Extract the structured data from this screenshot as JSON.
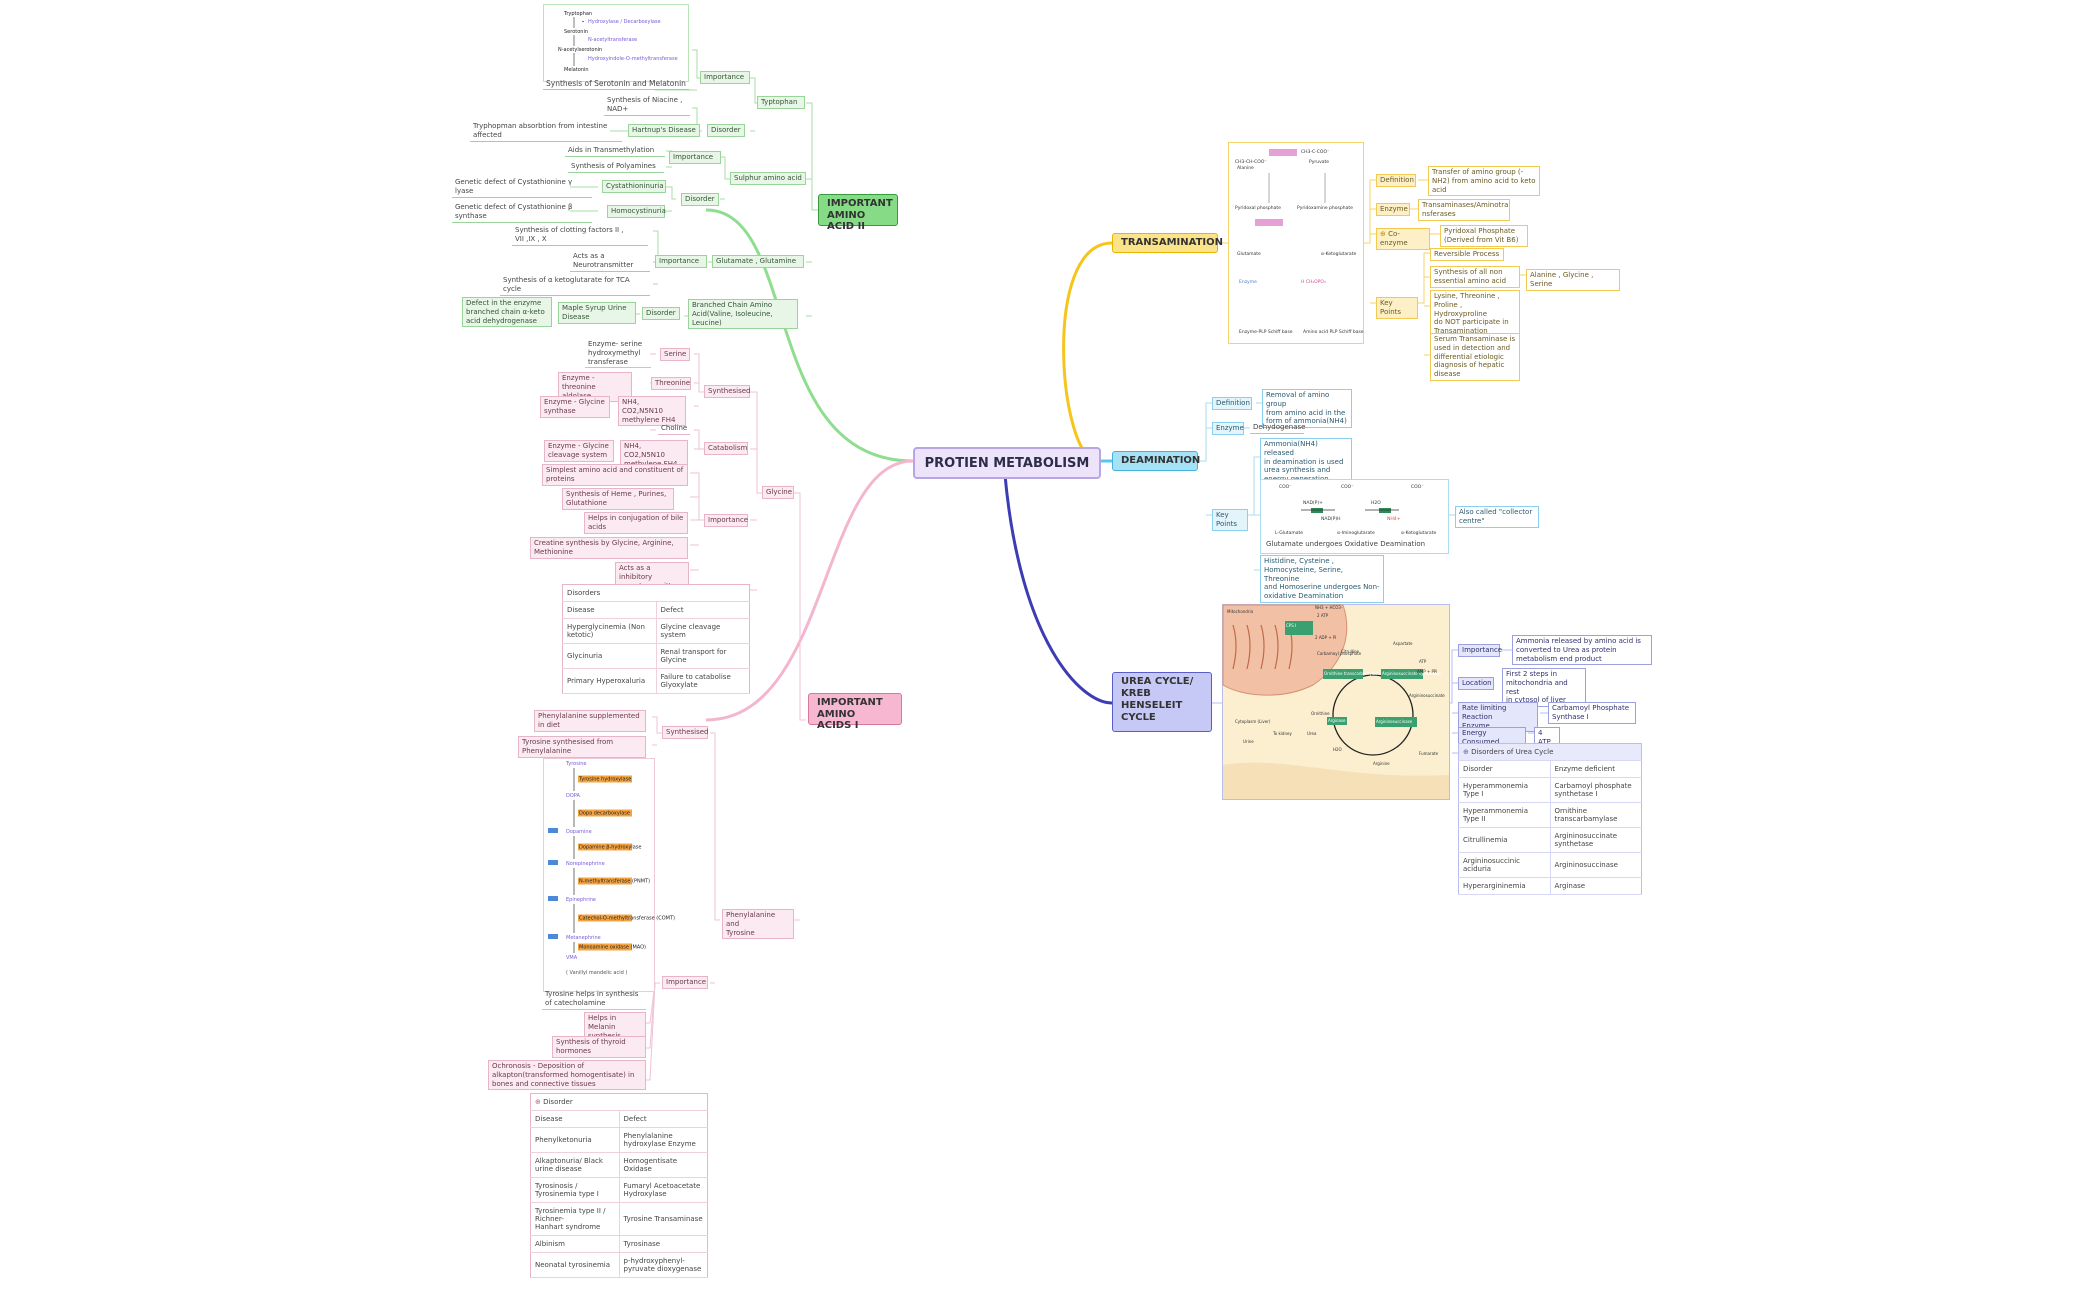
{
  "center": "PROTIEN METABOLISM",
  "branches": {
    "aa2": "IMPORTANT\nAMINO ACID II",
    "aa1": "IMPORTANT\nAMINO ACIDS I",
    "trans": "TRANSAMINATION",
    "deam": "DEAMINATION",
    "urea": "UREA CYCLE/\nKREB\nHENSELEIT\nCYCLE"
  },
  "aa2": {
    "tryptophan": "Typtophan",
    "importance": "Importance",
    "disorder": "Disorder",
    "serotonin": "Synthesis of Serotonin and Melatonin",
    "niacine": "Synthesis of Niacine ,\nNAD+",
    "hartnup": "Hartnup's Disease",
    "tryp_absorb": "Tryphopman absorbtion from intestine\naffected",
    "sulphur": "Sulphur amino acid",
    "importance2": "Importance",
    "aids": "Aids in Transmethylation",
    "polyamines": "Synthesis of Polyamines",
    "disorder2": "Disorder",
    "cystathioninuria": "Cystathioninuria",
    "cyst_gamma": "Genetic defect of Cystathionine γ\nlyase",
    "homocystinuria": "Homocystinuria",
    "cyst_beta": "Genetic defect of Cystathionine β\nsynthase",
    "glutamate": "Glutamate , Glutamine",
    "importance3": "Importance",
    "clotting": "Synthesis of clotting factors II ,\nVII ,IX , X",
    "neuro": "Acts as a\nNeurotransmitter",
    "ketoglutarate": "Synthesis of α ketoglutarate for TCA\ncycle",
    "branched": "Branched Chain Amino\nAcid(Valine, Isoleucine,\nLeucine)",
    "disorder3": "Disorder",
    "msud": "Maple Syrup Urine\nDisease",
    "msud_defect": "Defect in the enzyme\nbranched chain α-keto\nacid dehydrogenase",
    "trp_diagram": [
      "Tryptophan",
      "Serotonin",
      "N-acetylserotonin",
      "Melatonin"
    ]
  },
  "aa1": {
    "glycine": "Glycine",
    "synthesised": "Synthesised",
    "serine": "Serine",
    "enz_serine": "Enzyme- serine\nhydroxymethyl\ntransferase",
    "threonine": "Threonine",
    "enz_threonine": "Enzyme - threonine\naldolase",
    "nh4_a": "NH4, CO2,N5N10\nmethylene FH4",
    "enz_glycine": "Enzyme - Glycine\nsynthase",
    "catabolism": "Catabolism",
    "choline": "Choline",
    "nh4_b": "NH4, CO2,N5N10\nmethylene FH4",
    "enz_cleavage": "Enzyme - Glycine\ncleavage system",
    "importance": "Importance",
    "simplest": "Simplest amino acid and constituent of\nproteins",
    "heme": "Synthesis of Heme , Purines,\nGlutathione",
    "bile": "Helps in conjugation of bile\nacids",
    "creatine": "Creatine synthesis by Glycine, Arginine,\nMethionine",
    "inhibitory": "Acts as a inhibitory\nneurotransmitter",
    "disorders_title": "Disorders",
    "gly_table": [
      [
        "Disease",
        "Defect"
      ],
      [
        "Hyperglycinemia (Non\nketotic)",
        "Glycine cleavage system"
      ],
      [
        "Glycinuria",
        "Renal transport for\nGlycine"
      ],
      [
        "Primary Hyperoxaluria",
        "Failure to catabolise\nGlyoxylate"
      ]
    ],
    "phe_tyr": "Phenylalanine and\nTyrosine",
    "synthesised2": "Synthesised",
    "phe_supp": "Phenylalanine supplemented\nin diet",
    "tyr_synth": "Tyrosine synthesised from\nPhenylalanine",
    "importance2": "Importance",
    "catecholamine": "Tyrosine helps in synthesis\nof catecholamine",
    "melanin": "Helps in Melanin\nsynthesis",
    "thyroid": "Synthesis of thyroid\nhormones",
    "ochronosis": "Ochronosis - Deposition of\nalkapton(transformed homogentisate) in\nbones and connective tissues",
    "cat_diagram": [
      "Tyrosine",
      "DOPA",
      "Dopamine",
      "Norepinephrine",
      "Epinephrine",
      "Metanephrine",
      "VMA",
      "( Vanillyl mandelic acid )"
    ],
    "cat_enzymes": [
      "Tyrosine hydroxylase",
      "Dopa decarboxylase",
      "Dopamine β-hydroxylase",
      "N-methyltransferase (PNMT)",
      "Catechol-O-methyltransferase (COMT)",
      "Monoamine oxidase (MAO)"
    ],
    "disorder_title": "Disorder",
    "phe_table": [
      [
        "Disease",
        "Defect"
      ],
      [
        "Phenylketonuria",
        "Phenylalanine\nhydroxylase Enzyme"
      ],
      [
        "Alkaptonuria/ Black\nurine disease",
        "Homogentisate Oxidase"
      ],
      [
        "Tyrosinosis /\nTyrosinemia type I",
        "Fumaryl Acetoacetate\nHydroxylase"
      ],
      [
        "Tyrosinemia type II /\nRichner-\nHanhart syndrome",
        "Tyrosine Transaminase"
      ],
      [
        "Albinism",
        "Tyrosinase"
      ],
      [
        "Neonatal tyrosinemia",
        "p-hydroxyphenyl-\npyruvate dioxygenase"
      ]
    ]
  },
  "trans": {
    "definition": "Definition",
    "def_text": "Transfer of amino group (-\nNH2) from amino acid to keto\nacid",
    "enzyme": "Enzyme",
    "enz_text": "Transaminases/Aminotra\nnsferases",
    "coenzyme": "Co-enzyme",
    "coenz_text": "Pyridoxal Phosphate\n(Derived from Vit B6)",
    "keypoints": "Key Points",
    "kp_rev": "Reversible Process",
    "kp_nonessential": "Synthesis of all non\nessential amino acid",
    "kp_agl": "Alanine , Glycine , Serine",
    "kp_lysine": "Lysine, Threonine ,\nProline , Hydroxyproline\ndo NOT participate in\nTransamination",
    "kp_serum": "Serum Transaminase is\nused in detection and\ndifferential etiologic\ndiagnosis of hepatic\ndisease",
    "diagram": [
      "Alanine",
      "Pyruvate",
      "Pyridoxal phosphate",
      "Pyridoxamine phosphate",
      "Glutamate",
      "α-Ketoglutarate",
      "Enzyme-PLP Schiff base",
      "Amino acid PLP Schiff base"
    ]
  },
  "deam": {
    "definition": "Definition",
    "def_text": "Removal of amino group\nfrom amino acid in the\nform of ammonia(NH4)",
    "enzyme": "Enzyme",
    "enz_text": "Dehydogenase",
    "ammonia": "Ammonia(NH4) released\nin deamination is used\nurea synthesis and\nenergy generation",
    "keypoints": "Key Points",
    "oxidative": "Glutamate undergoes Oxidative Deamination",
    "collector": "Also called \"collector\ncentre\"",
    "nonoxidative": "Histidine, Cysteine ,\nHomocysteine, Serine, Threonine\nand Homoserine undergoes Non-\noxidative Deamination",
    "diagram": [
      "L-Glutamate",
      "α-Iminoglutarate",
      "α-Ketoglutarate",
      "NAD(P)+",
      "NAD(P)H",
      "H2O",
      "NH4+"
    ]
  },
  "urea": {
    "importance": "Importance",
    "imp_text": "Ammonia released by amino acid is\nconverted to Urea as protein\nmetabolism end product",
    "location": "Location",
    "loc_text": "First 2 steps in\nmitochondria and rest\nin cytosol of liver",
    "rate": "Rate limiting Reaction\nEnzyme",
    "rate_text": "Carbamoyl Phosphate\nSynthase I",
    "energy": "Energy Consumed",
    "energy_text": "4 ATP",
    "disorders_title": "Disorders of Urea Cycle",
    "table": [
      [
        "Disorder",
        "Enzyme deficient"
      ],
      [
        "Hyperammonemia Type I",
        "Carbamoyl phosphate\nsynthetase I"
      ],
      [
        "Hyperammonemia Type II",
        "Ornithine\ntranscarbamylase"
      ],
      [
        "Citrullinemia",
        "Argininosuccinate\nsynthetase"
      ],
      [
        "Argininosuccinic aciduria",
        "Argininosuccinase"
      ],
      [
        "Hyperargininemia",
        "Arginase"
      ]
    ],
    "diagram": [
      "Mitochondria",
      "Cytoplasm (Liver)",
      "Carbamoyl phosphate synthetase I",
      "Ornithine transcarbamylase",
      "Argininosuccinate synthetase",
      "Argininosuccinase",
      "Arginase",
      "Citrulline",
      "Ornithine",
      "Aspartate",
      "Argininosuccinate",
      "Fumarate",
      "Arginine",
      "Urea",
      "To kidney",
      "ATP",
      "AMP + PPi",
      "2 ATP",
      "2 ADP + Pi",
      "NH3 + HCO3-",
      "Carbamoyl phosphate",
      "H2O",
      "Urine"
    ]
  },
  "colors": {
    "green": "#78d278",
    "pink": "#f0aac8",
    "yellow": "#f6c51c",
    "blue": "#55c8f0",
    "indigo": "#3c3cb4"
  }
}
